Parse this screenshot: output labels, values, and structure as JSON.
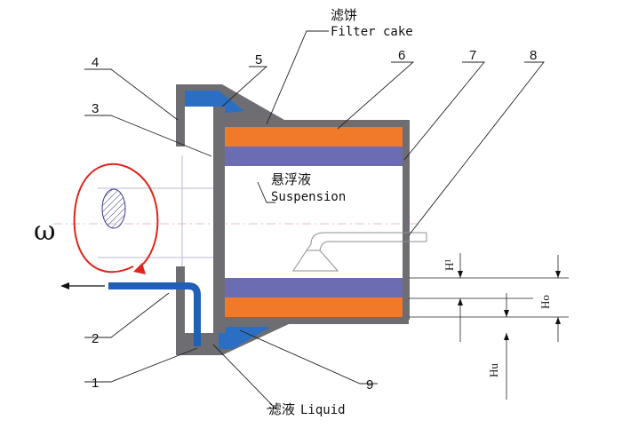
{
  "labels": {
    "filter_cake_cn": "滤饼",
    "filter_cake_en": "Filter cake",
    "suspension_cn": "悬浮液",
    "suspension_en": "Suspension",
    "liquid_cn": "滤液",
    "liquid_en": "Liquid",
    "omega": "ω",
    "h1": "H¹",
    "ho": "Ho",
    "hu": "Hu"
  },
  "part_numbers": [
    "1",
    "2",
    "3",
    "4",
    "5",
    "6",
    "7",
    "8",
    "9"
  ],
  "colors": {
    "wall": "#6e6e72",
    "filter_cake": "#f07a2a",
    "suspension": "#6c6cb2",
    "filtrate": "#2a6fc4",
    "rotation": "#e0251c"
  }
}
